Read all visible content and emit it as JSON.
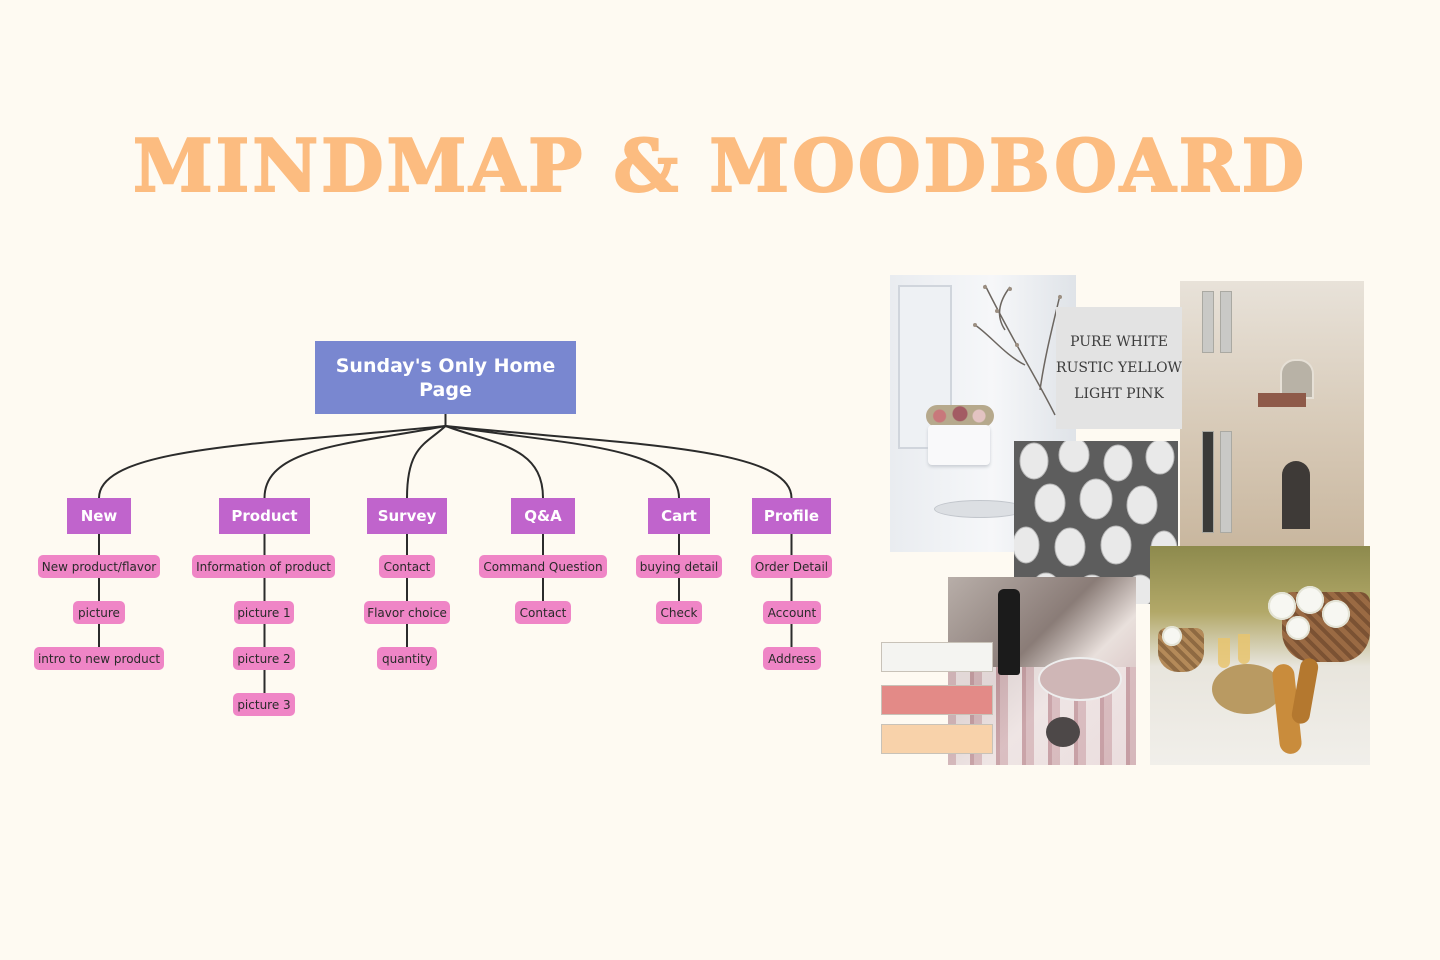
{
  "title": "MINDMAP & MOODBOARD",
  "mindmap": {
    "root": "Sunday's Only Home Page",
    "branches": [
      {
        "label": "New",
        "items": [
          "New product/flavor",
          "picture",
          "intro to new product"
        ]
      },
      {
        "label": "Product",
        "items": [
          "Information of product",
          "picture 1",
          "picture 2",
          "picture 3"
        ]
      },
      {
        "label": "Survey",
        "items": [
          "Contact",
          "Flavor choice",
          "quantity"
        ]
      },
      {
        "label": "Q&A",
        "items": [
          "Command Question",
          "Contact"
        ]
      },
      {
        "label": "Cart",
        "items": [
          "buying detail",
          "Check"
        ]
      },
      {
        "label": "Profile",
        "items": [
          "Order Detail",
          "Account",
          "Address"
        ]
      }
    ]
  },
  "moodboard": {
    "palette_text": [
      "PURE WHITE",
      "RUSTIC YELLOW",
      "LIGHT PINK"
    ],
    "swatches": [
      "#f4f4f1",
      "#e38a87",
      "#f8d2aa"
    ],
    "photos": [
      "cake-and-branches-photo",
      "tulips-photo",
      "building-photo",
      "picnic-wine-photo",
      "picnic-flowers-photo"
    ]
  },
  "colors": {
    "title": "#fcbc80",
    "root": "#7987d0",
    "branch": "#c064cc",
    "leaf": "#ef85c6",
    "background": "#fefaf2"
  }
}
